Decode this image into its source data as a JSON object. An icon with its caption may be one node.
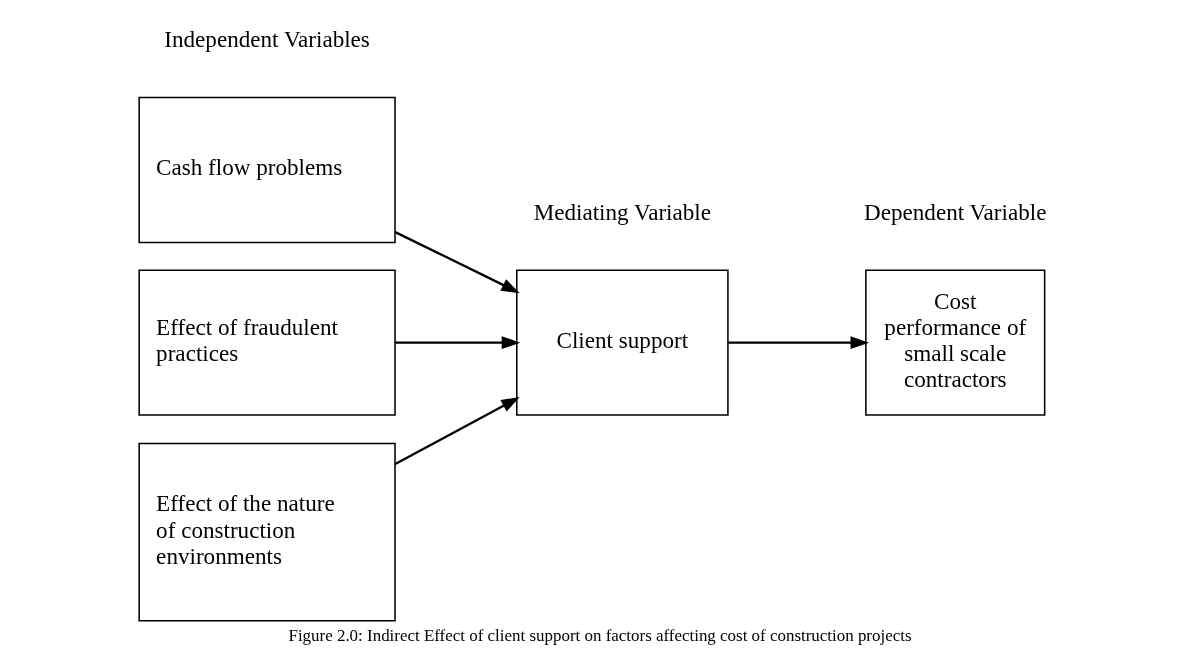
{
  "diagram": {
    "caption": "Figure 2.0: Indirect Effect of client support on factors affecting cost of construction projects",
    "nodes": [
      {
        "text": [
          "Cash flow problems"
        ]
      },
      {
        "text": [
          "Effect of fraudulent practices"
        ]
      },
      {
        "text": [
          "Effect of the nature of construction environments"
        ]
      },
      {
        "text": [
          "Client support"
        ]
      },
      {
        "text": [
          "Cost performance of small scale contractors"
        ]
      }
    ],
    "edges": [
      {
        "from": 0,
        "to": 3,
        "arrow": "to"
      },
      {
        "from": 1,
        "to": 3,
        "arrow": "to"
      },
      {
        "from": 2,
        "to": 3,
        "arrow": "to"
      },
      {
        "from": 3,
        "to": 4,
        "arrow": "to"
      }
    ],
    "labels": [
      "Independent Variables",
      "Mediating Variable",
      "Dependent Variable"
    ]
  }
}
